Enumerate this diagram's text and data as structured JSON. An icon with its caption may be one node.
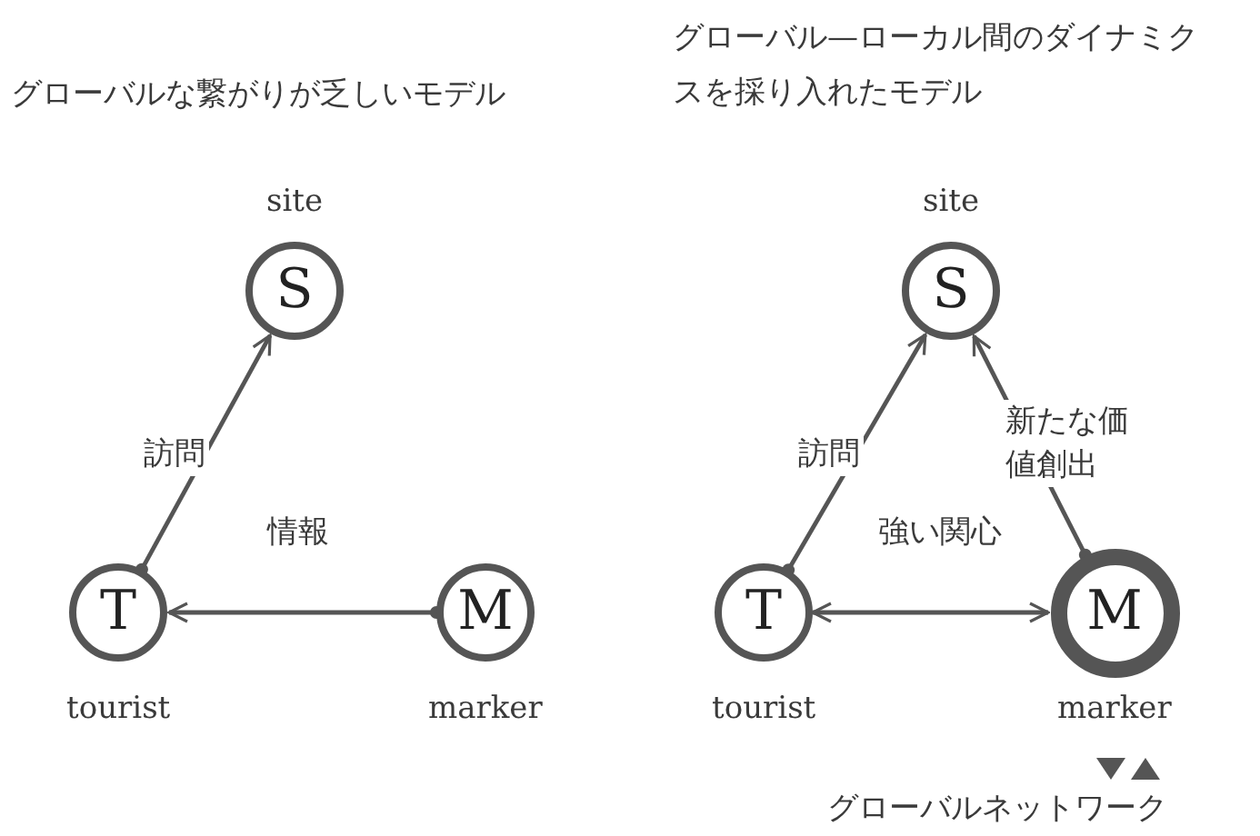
{
  "diagram": {
    "nodes": [
      {
        "text": [
          "S"
        ],
        "beside": [
          "site"
        ]
      },
      {
        "text": [
          "T"
        ],
        "beside": [
          "tourist"
        ]
      },
      {
        "text": [
          "M"
        ],
        "beside": [
          "marker"
        ]
      },
      {
        "text": [
          "S"
        ],
        "beside": [
          "site"
        ]
      },
      {
        "text": [
          "T"
        ],
        "beside": [
          "tourist"
        ]
      },
      {
        "text": [
          "M"
        ],
        "beside": [
          "marker"
        ]
      }
    ],
    "edges": [
      {
        "from": 1,
        "to": 0,
        "arrow": "to",
        "label": "訪問"
      },
      {
        "from": 2,
        "to": 1,
        "arrow": "to",
        "label": "情報"
      },
      {
        "from": 4,
        "to": 3,
        "arrow": "to",
        "label": "訪問"
      },
      {
        "from": 5,
        "to": 3,
        "arrow": "to",
        "label": "新たな価値創出"
      },
      {
        "from": 4,
        "to": 5,
        "arrow": "both",
        "label": "強い関心"
      }
    ],
    "labels": [
      "グローバルな繋がりが乏しいモデル",
      "グローバル—ローカル間のダイナミクスを採り入れたモデル",
      "グローバルネットワーク"
    ]
  }
}
